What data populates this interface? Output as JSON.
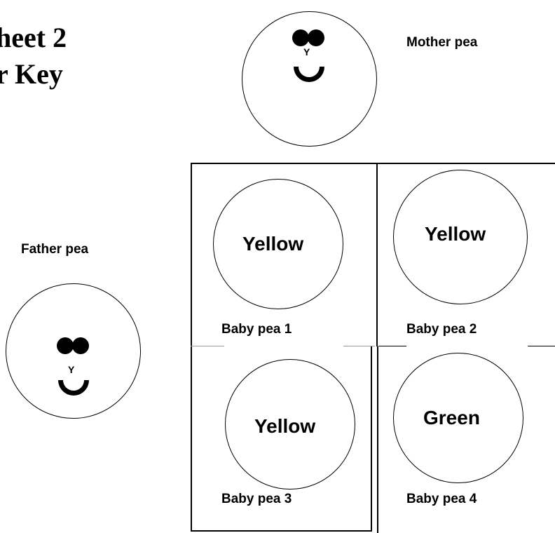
{
  "title": {
    "line1": "heet 2",
    "line2": "r Key"
  },
  "parents": {
    "mother": {
      "label": "Mother pea",
      "gene": "Y"
    },
    "father": {
      "label": "Father pea",
      "gene": "Y"
    }
  },
  "babies": [
    {
      "label": "Baby pea 1",
      "color_word": "Yellow"
    },
    {
      "label": "Baby pea 2",
      "color_word": "Yellow"
    },
    {
      "label": "Baby pea 3",
      "color_word": "Yellow"
    },
    {
      "label": "Baby pea 4",
      "color_word": "Green"
    }
  ],
  "colors": {
    "ink": "#000000",
    "background": "#ffffff"
  }
}
